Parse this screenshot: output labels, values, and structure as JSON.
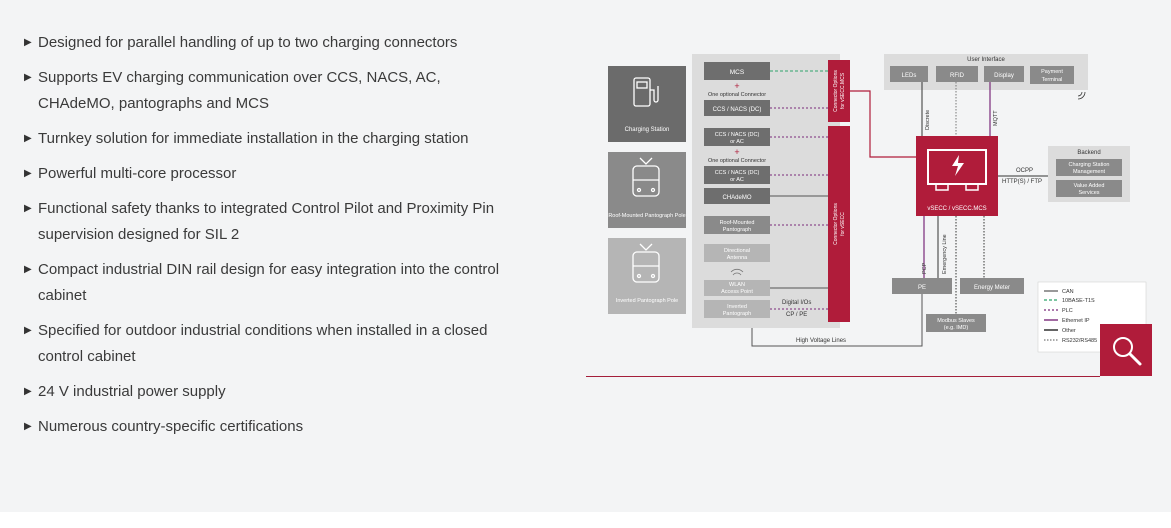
{
  "features": [
    "Designed for parallel handling of up to two charging connectors",
    "Supports EV charging communication over CCS, NACS, AC, CHAdeMO, pantographs and MCS",
    "Turnkey solution for immediate installation in the charging station",
    "Powerful multi-core processor",
    "Functional safety thanks to integrated Control Pilot and Proximity Pin supervision designed for SIL 2",
    "Compact industrial DIN rail design for easy integration into the control cabinet",
    "Specified for outdoor industrial conditions when installed in a closed control cabinet",
    "24 V industrial power supply",
    "Numerous country-specific certifications"
  ],
  "diagram": {
    "stations": [
      "Charging Station",
      "Roof-Mounted Pantograph Pole",
      "Inverted Pantograph Pole"
    ],
    "connectors": {
      "mcs": "MCS",
      "one_optional_1": "One optional Connector",
      "ccs_nacs_dc": "CCS / NACS (DC)",
      "ccs_nacs_dc_ac_1a": "CCS / NACS (DC)",
      "ccs_nacs_dc_ac_1b": "or AC",
      "one_optional_2": "One optional Connector",
      "ccs_nacs_dc_ac_2a": "CCS / NACS (DC)",
      "ccs_nacs_dc_ac_2b": "or AC",
      "chademo": "CHAdeMO",
      "roof_pantograph_a": "Roof-Mounted",
      "roof_pantograph_b": "Pantograph",
      "directional_antenna_a": "Directional",
      "directional_antenna_b": "Antenna",
      "wlan_a": "WLAN",
      "wlan_b": "Access Point",
      "inverted_pantograph_a": "Inverted",
      "inverted_pantograph_b": "Pantograph"
    },
    "plus": "+",
    "options_mcs_a": "Connector Options",
    "options_mcs_b": "for vSECC.MCS",
    "options_vsecc_a": "Connector Options",
    "options_vsecc_b": "for vSECC",
    "user_interface": "User Interface",
    "ui_items": [
      "LEDs",
      "RFID",
      "Display",
      "Payment",
      "Terminal"
    ],
    "discrete": "Discrete",
    "mqtt": "MQTT",
    "controller": "vSECC / vSECC.MCS",
    "ocpp": "OCPP",
    "http_ftp": "HTTP(S) / FTP",
    "backend": "Backend",
    "backend_items": [
      "Charging Station",
      "Management",
      "Value Added",
      "Services"
    ],
    "pcp": "PCP",
    "emergency": "Emergency Line",
    "pe": "PE",
    "energy_meter": "Energy Meter",
    "modbus_a": "Modbus Slaves",
    "modbus_b": "(e.g. IMD)",
    "digital_io": "Digital I/Os",
    "cp_pe": "CP / PE",
    "high_voltage": "High Voltage Lines",
    "legend": [
      "CAN",
      "10BASE-T1S",
      "PLC",
      "Ethernet IP",
      "Other",
      "RS232/RS485"
    ]
  },
  "colors": {
    "accent": "#b01c3a",
    "text": "#3a3a3a",
    "background": "#f3f4f5",
    "box_gray": "#8c8c8c",
    "plc_green": "#2fa36b",
    "plc_purple": "#7a2a7a"
  },
  "icons": {
    "bullet": "triangle-right-icon",
    "zoom": "magnifier-icon"
  }
}
